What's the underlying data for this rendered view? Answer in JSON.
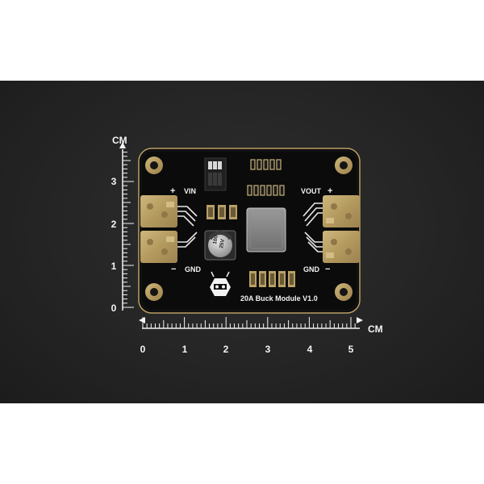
{
  "ruler": {
    "unit": "CM",
    "horizontal_labels": [
      "0",
      "1",
      "2",
      "3",
      "4",
      "5"
    ],
    "vertical_labels": [
      "3",
      "2",
      "1",
      "0"
    ]
  },
  "board": {
    "title": "20A Buck Module V1.0",
    "vin_label": "VIN",
    "vout_label": "VOUT",
    "gnd_left_label": "GND",
    "gnd_right_label": "GND",
    "plus_left": "+",
    "plus_right": "+",
    "minus_left": "−",
    "minus_right": "−",
    "capacitor_text_1": "100",
    "capacitor_text_2": "25V",
    "colors": {
      "pcb": "#0b0b0b",
      "gold": "#b9a066",
      "silkscreen": "#f2f2f2"
    }
  }
}
